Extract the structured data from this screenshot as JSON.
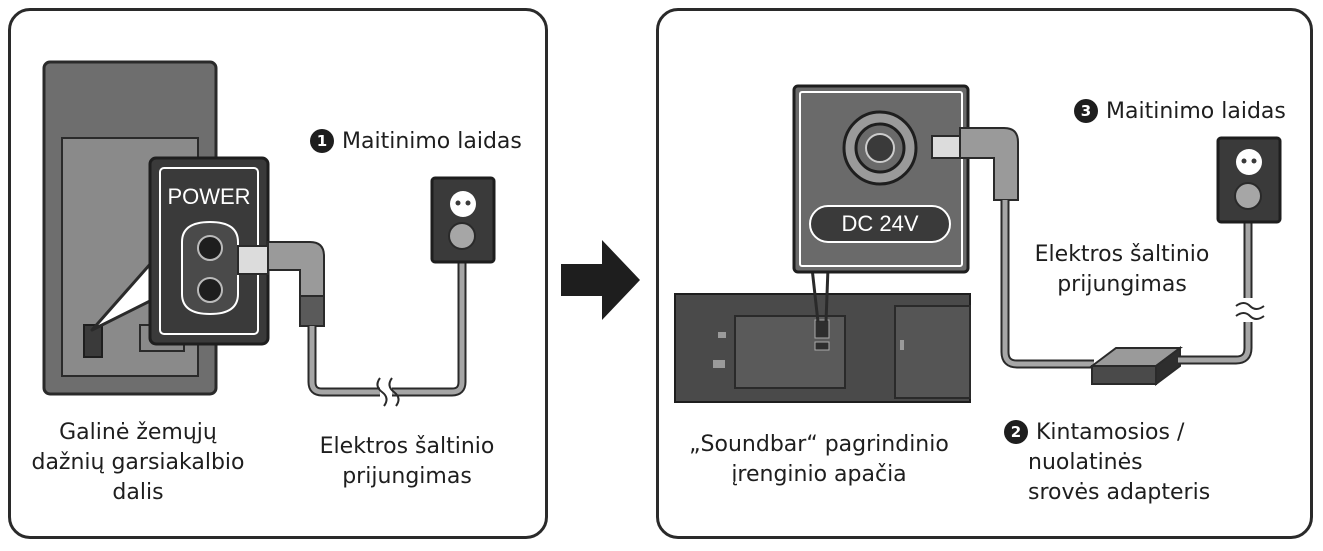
{
  "left_panel": {
    "cord_label": {
      "number": "1",
      "text": "Maitinimo laidas"
    },
    "port_label": "POWER",
    "subwoofer_caption": [
      "Galinė žemųjų",
      "dažnių garsiakalbio",
      "dalis"
    ],
    "connection_caption": [
      "Elektros šaltinio",
      "prijungimas"
    ]
  },
  "right_panel": {
    "port_label": "DC 24V",
    "cord_label": {
      "number": "3",
      "text": "Maitinimo laidas"
    },
    "connection_caption": [
      "Elektros šaltinio",
      "prijungimas"
    ],
    "soundbar_caption": [
      "„Soundbar“ pagrindinio",
      "įrenginio apačia"
    ],
    "adapter_label": {
      "number": "2",
      "lines": [
        "Kintamosios /",
        "nuolatinės",
        "srovės adapteris"
      ]
    }
  },
  "colors": {
    "outline": "#2a2a2a",
    "device_dark": "#3a3a3a",
    "device_mid": "#7a7a7a",
    "cable": "#a6a6a6"
  },
  "icons": [
    "power-socket-icon",
    "arrow-right-icon"
  ]
}
